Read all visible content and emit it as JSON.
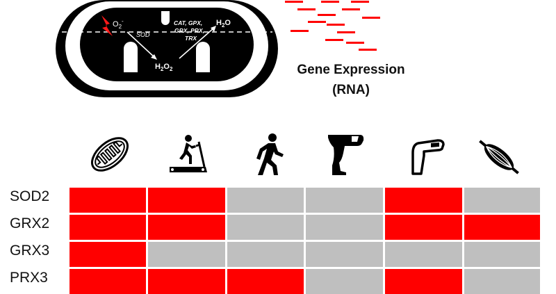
{
  "diagram": {
    "labels": {
      "o2_base": "O",
      "o2_sub": "2",
      "o2_sup": "-",
      "sod": "SOD",
      "enzymes_line1": "CAT, GPX,",
      "enzymes_line2": "GRX, PRX,",
      "enzymes_line3": "TRX",
      "h2o_1": "H",
      "h2o_sub": "2",
      "h2o_2": "O",
      "h2o2_1": "H",
      "h2o2_sub1": "2",
      "h2o2_2": "O",
      "h2o2_sub2": "2"
    },
    "gene_expression_line1": "Gene Expression",
    "gene_expression_line2": "(RNA)",
    "colors": {
      "expressed": "#ff0000",
      "not_expressed": "#bfbfbf",
      "membrane": "#000000",
      "accent": "#ff0000"
    }
  },
  "table": {
    "columns": [
      {
        "icon": "mitochondrion-icon"
      },
      {
        "icon": "treadmill-runner-icon"
      },
      {
        "icon": "walking-person-icon"
      },
      {
        "icon": "leg-icon"
      },
      {
        "icon": "arm-icon"
      },
      {
        "icon": "muscle-fiber-icon"
      }
    ],
    "rows": [
      {
        "gene": "SOD2",
        "cells": [
          true,
          true,
          false,
          false,
          true,
          false
        ]
      },
      {
        "gene": "GRX2",
        "cells": [
          true,
          true,
          false,
          false,
          true,
          true
        ]
      },
      {
        "gene": "GRX3",
        "cells": [
          true,
          false,
          false,
          false,
          false,
          false
        ]
      },
      {
        "gene": "PRX3",
        "cells": [
          true,
          true,
          true,
          false,
          true,
          false
        ]
      }
    ]
  }
}
